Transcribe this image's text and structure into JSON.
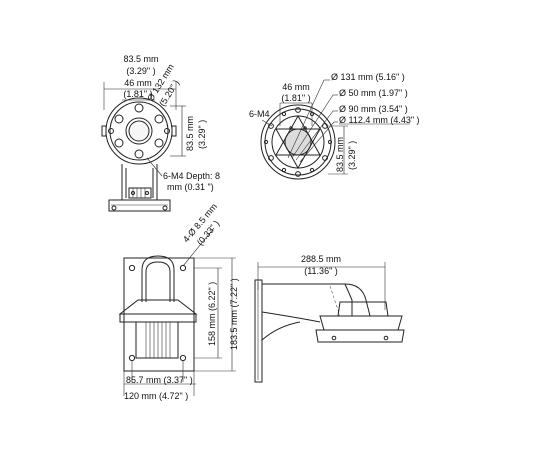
{
  "diagram": {
    "top_left": {
      "width_outer": [
        "83.5 mm",
        "(3.29\" )"
      ],
      "width_inner": [
        "46 mm",
        "(1.81\" )"
      ],
      "diameter": [
        "Ø 132 mm",
        "(5.20\" )"
      ],
      "height": [
        "83.5 mm",
        "(3.29\" )"
      ],
      "screw": [
        "6-M4 Depth: 8",
        "mm (0.31 \")"
      ]
    },
    "top_right": {
      "callout": "6-M4",
      "width": [
        "46 mm",
        "(1.81\" )"
      ],
      "d131": "Ø 131 mm (5.16\" )",
      "d50": "Ø 50 mm (1.97\" )",
      "d90": "Ø 90 mm (3.54\" )",
      "d112": "Ø 112.4 mm (4.43\" )",
      "height": [
        "83.5 mm",
        "(3.29\" )"
      ]
    },
    "bottom_left": {
      "holes": [
        "4-Ø 8.5 mm",
        "(0.33\" )"
      ],
      "h158": "158 mm (6.22\" )",
      "h183": "183.5 mm (7.22\" )",
      "w85": "85.7 mm (3.37\" )",
      "w120": "120 mm (4.72\" )"
    },
    "bottom_right": {
      "length": [
        "288.5 mm",
        "(11.36\" )"
      ]
    }
  }
}
